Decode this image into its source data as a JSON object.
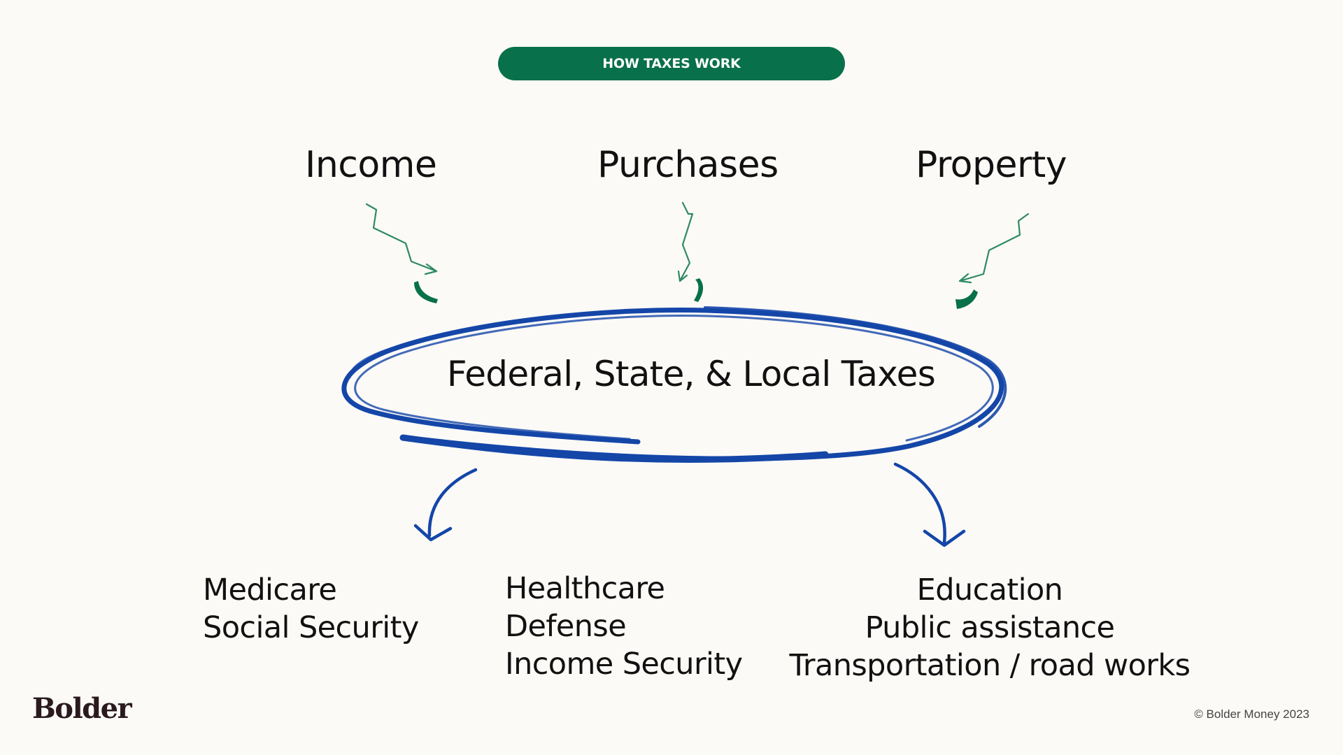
{
  "header": {
    "pill_label": "HOW TAXES WORK",
    "pill_color": "#08704a"
  },
  "sources": [
    {
      "label": "Income"
    },
    {
      "label": "Purchases"
    },
    {
      "label": "Property"
    }
  ],
  "center": {
    "label": "Federal, State, & Local Taxes",
    "ellipse_color": "#1446a8"
  },
  "groups": {
    "left": [
      "Medicare",
      "Social Security"
    ],
    "middle": [
      "Healthcare",
      "Defense",
      "Income Security"
    ],
    "right": [
      "Education",
      "Public assistance",
      "Transportation / road works"
    ]
  },
  "footer": {
    "brand": "Bolder",
    "copyright": "© Bolder Money 2023"
  },
  "colors": {
    "background": "#fcfaf7",
    "accent_green": "#08704a",
    "accent_blue": "#1446a8"
  }
}
